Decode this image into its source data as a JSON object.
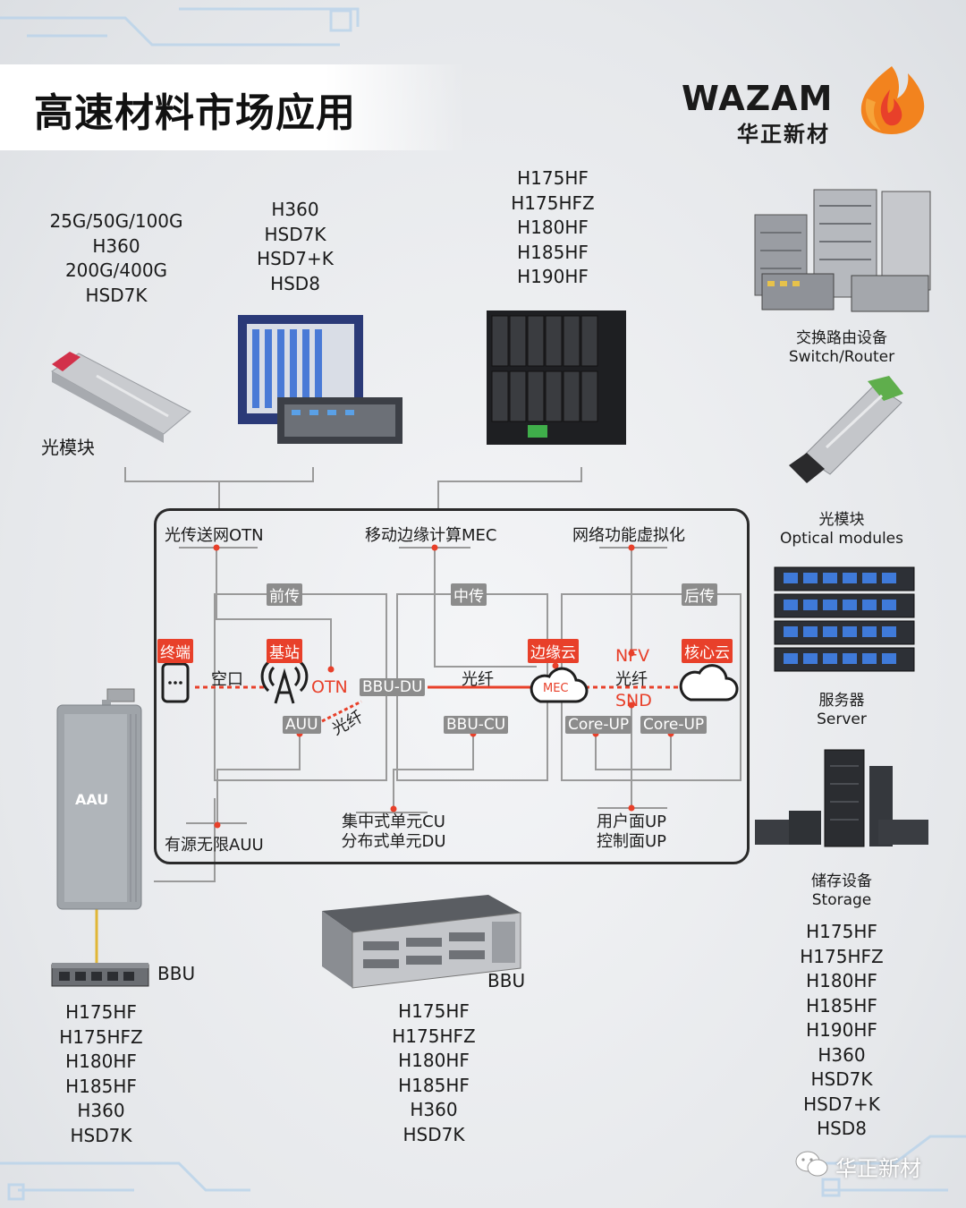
{
  "header": {
    "title": "高速材料市场应用",
    "brand_en": "WAZAM",
    "brand_cn": "华正新材"
  },
  "top_lists": {
    "optical_module_rates": [
      "25G/50G/100G",
      "H360",
      "200G/400G",
      "HSD7K"
    ],
    "otn_materials": [
      "H360",
      "HSD7K",
      "HSD7+K",
      "HSD8"
    ],
    "mec_materials": [
      "H175HF",
      "H175HFZ",
      "H180HF",
      "H185HF",
      "H190HF"
    ]
  },
  "captions": {
    "optical_module": "光模块",
    "switch_cn": "交换路由设备",
    "switch_en": "Switch/Router",
    "optical_cn": "光模块",
    "optical_en": "Optical modules",
    "server_cn": "服务器",
    "server_en": "Server",
    "storage_cn": "储存设备",
    "storage_en": "Storage",
    "aau": "AAU",
    "bbu_left": "BBU",
    "bbu_center": "BBU"
  },
  "diagram": {
    "col_otn": "光传送网OTN",
    "col_mec": "移动边缘计算MEC",
    "col_nfv": "网络功能虚拟化",
    "front": "前传",
    "mid": "中传",
    "back": "后传",
    "terminal": "终端",
    "base_station": "基站",
    "edge_cloud": "边缘云",
    "nfv": "NFV",
    "core_cloud": "核心云",
    "air": "空口",
    "otn": "OTN",
    "bbu_du": "BBU-DU",
    "fiber1": "光纤",
    "fiber2": "光纤",
    "fiber3": "光纤",
    "snd": "SND",
    "mec": "MEC",
    "auu_tag": "AUU",
    "bbu_cu": "BBU-CU",
    "core_up1": "Core-UP",
    "core_up2": "Core-UP",
    "active_auu": "有源无限AUU",
    "cu_line1": "集中式单元CU",
    "cu_line2": "分布式单元DU",
    "up_line1": "用户面UP",
    "up_line2": "控制面UP"
  },
  "bottom_lists": {
    "left_bbu": [
      "H175HF",
      "H175HFZ",
      "H180HF",
      "H185HF",
      "H360",
      "HSD7K"
    ],
    "center_bbu": [
      "H175HF",
      "H175HFZ",
      "H180HF",
      "H185HF",
      "H360",
      "HSD7K"
    ],
    "right_storage": [
      "H175HF",
      "H175HFZ",
      "H180HF",
      "H185HF",
      "H190HF",
      "H360",
      "HSD7K",
      "HSD7+K",
      "HSD8"
    ]
  },
  "watermark": "华正新材",
  "colors": {
    "accent_red": "#e8402a",
    "tag_gray": "#8c8c8c",
    "box_border": "#2a2a2a"
  }
}
